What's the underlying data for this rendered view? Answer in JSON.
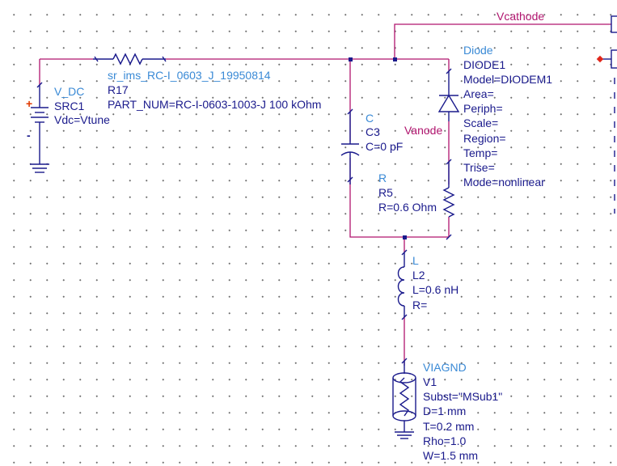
{
  "nets": {
    "vcathode": "Vcathode",
    "vanode": "Vanode"
  },
  "src1": {
    "type": "V_DC",
    "name": "SRC1",
    "params": [
      "Vdc=Vtune"
    ],
    "plus": "+",
    "minus": "-"
  },
  "r17": {
    "type": "sr_ims_RC-I_0603_J_19950814",
    "name": "R17",
    "params": [
      "PART_NUM=RC-I-0603-1003-J 100 kOhm"
    ]
  },
  "c3": {
    "type": "C",
    "name": "C3",
    "params": [
      "C=0 pF"
    ]
  },
  "diode1": {
    "type": "Diode",
    "name": "DIODE1",
    "params": [
      "Model=DIODEM1",
      "Area=",
      "Periph=",
      "Scale=",
      "Region=",
      "Temp=",
      "Trise=",
      "Mode=nonlinear"
    ]
  },
  "r5": {
    "type": "R",
    "name": "R5",
    "params": [
      "R=0.6 Ohm"
    ]
  },
  "l2": {
    "type": "L",
    "name": "L2",
    "params": [
      "L=0.6 nH",
      "R="
    ]
  },
  "v1": {
    "type": "VIAGND",
    "name": "V1",
    "params": [
      "Subst=\"MSub1\"",
      "D=1 mm",
      "T=0.2 mm",
      "Rho=1.0",
      "W=1.5 mm"
    ]
  },
  "colors": {
    "wire": "#b0146e",
    "component": "#1a1a8c",
    "component_type": "#3a8ad6",
    "plus_sign": "#e03a00",
    "grid_dot": "#6e6e6e",
    "background": "#ffffff"
  }
}
